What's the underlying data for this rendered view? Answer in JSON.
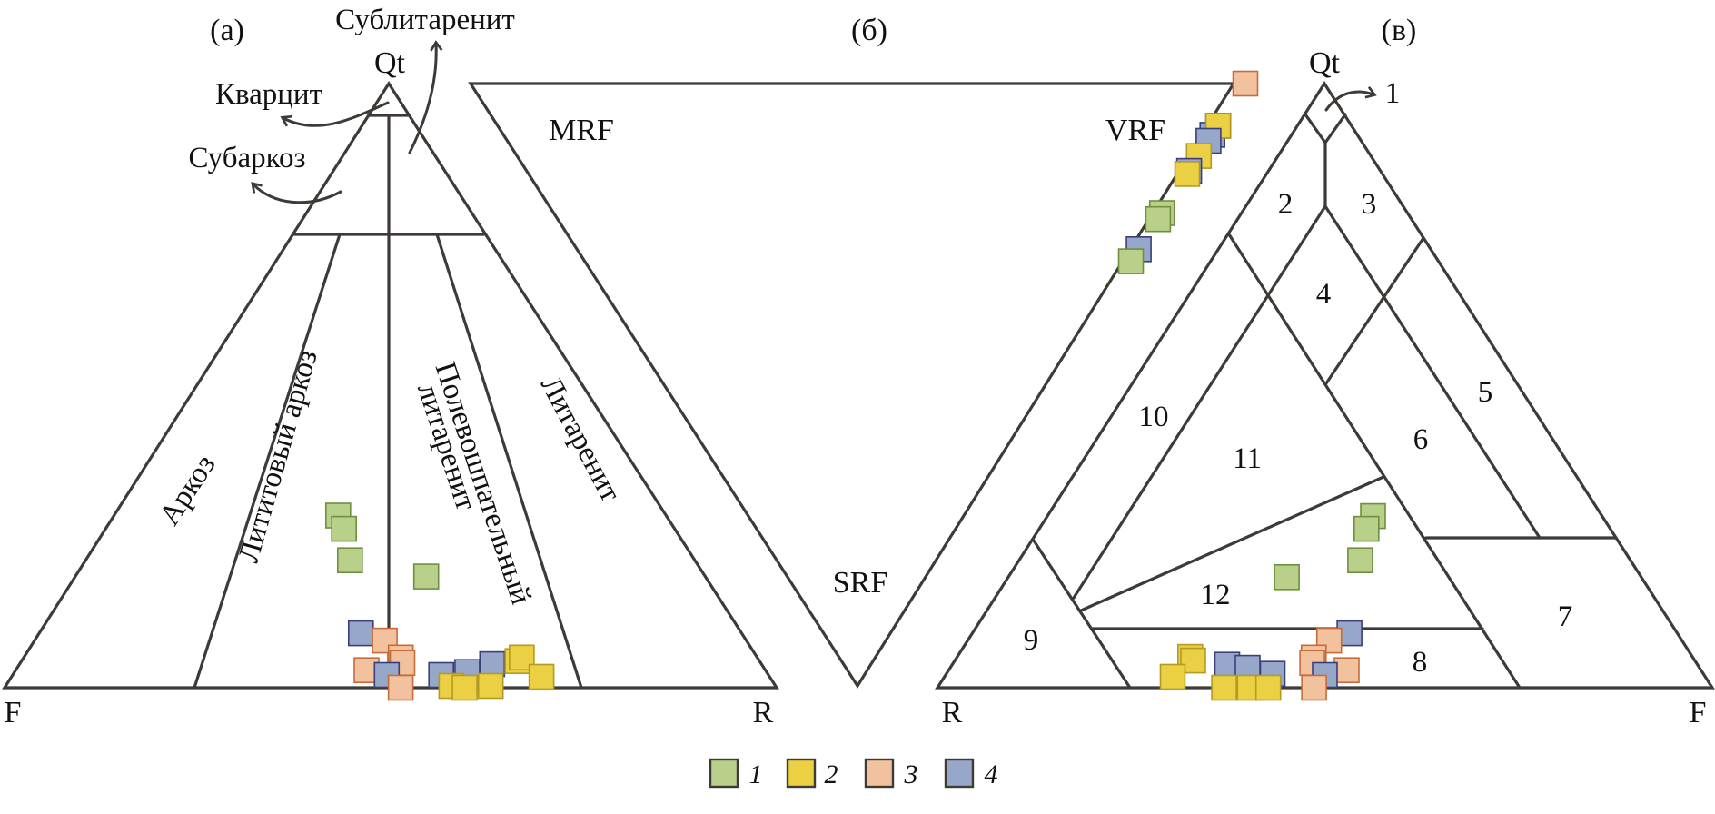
{
  "chart_data": {
    "type": "scatter",
    "subtype": "ternary",
    "legend": {
      "placement": "bottom-center",
      "entries": [
        {
          "label": "1",
          "color": "#b8d08a",
          "stroke": "#6e8f3e"
        },
        {
          "label": "2",
          "color": "#ecd043",
          "stroke": "#b39a23"
        },
        {
          "label": "3",
          "color": "#f2c19d",
          "stroke": "#c66c3a"
        },
        {
          "label": "4",
          "color": "#97a7c9",
          "stroke": "#3a3f7a"
        }
      ]
    },
    "panels": [
      {
        "id": "a",
        "label": "(а)",
        "vertices": {
          "top": "Qt",
          "left": "F",
          "right": "R"
        },
        "fields": [
          {
            "name": "Кварцит"
          },
          {
            "name": "Субаркоз"
          },
          {
            "name": "Сублитаренит"
          },
          {
            "name": "Аркоз"
          },
          {
            "name": "Лититовый аркоз"
          },
          {
            "name_line1": "Полевошпательный",
            "name_line2": "литаренит"
          },
          {
            "name": "Литаренит"
          }
        ],
        "points_note": "positions as fraction across F→R (u) and height toward Qt (v, 0..1)",
        "points": [
          {
            "group": 1,
            "u": 0.406,
            "v": 0.285
          },
          {
            "group": 1,
            "u": 0.419,
            "v": 0.263
          },
          {
            "group": 1,
            "u": 0.434,
            "v": 0.211
          },
          {
            "group": 1,
            "u": 0.557,
            "v": 0.184
          },
          {
            "group": 4,
            "u": 0.458,
            "v": 0.09
          },
          {
            "group": 3,
            "u": 0.492,
            "v": 0.078
          },
          {
            "group": 3,
            "u": 0.514,
            "v": 0.05
          },
          {
            "group": 3,
            "u": 0.516,
            "v": 0.041
          },
          {
            "group": 3,
            "u": 0.468,
            "v": 0.029
          },
          {
            "group": 4,
            "u": 0.495,
            "v": 0.021
          },
          {
            "group": 3,
            "u": 0.513,
            "v": 0.0
          },
          {
            "group": 4,
            "u": 0.567,
            "v": 0.021
          },
          {
            "group": 4,
            "u": 0.602,
            "v": 0.026
          },
          {
            "group": 4,
            "u": 0.637,
            "v": 0.039
          },
          {
            "group": 2,
            "u": 0.579,
            "v": 0.003
          },
          {
            "group": 2,
            "u": 0.596,
            "v": 0.0
          },
          {
            "group": 2,
            "u": 0.63,
            "v": 0.003
          },
          {
            "group": 2,
            "u": 0.672,
            "v": 0.044
          },
          {
            "group": 2,
            "u": 0.679,
            "v": 0.05
          },
          {
            "group": 2,
            "u": 0.699,
            "v": 0.018
          }
        ]
      },
      {
        "id": "b",
        "label": "(б)",
        "vertices": {
          "top_left": "MRF",
          "top_right": "VRF",
          "bottom": "SRF"
        },
        "points_note": "t = fraction along VRF→SRF edge",
        "points": [
          {
            "group": 3,
            "t": 0.0
          },
          {
            "group": 4,
            "t": 0.07
          },
          {
            "group": 4,
            "t": 0.085
          },
          {
            "group": 2,
            "t": 0.07
          },
          {
            "group": 4,
            "t": 0.095
          },
          {
            "group": 2,
            "t": 0.12
          },
          {
            "group": 4,
            "t": 0.145
          },
          {
            "group": 2,
            "t": 0.15
          },
          {
            "group": 1,
            "t": 0.215
          },
          {
            "group": 1,
            "t": 0.225
          },
          {
            "group": 4,
            "t": 0.275
          },
          {
            "group": 1,
            "t": 0.295
          }
        ]
      },
      {
        "id": "c",
        "label": "(в)",
        "vertices": {
          "top": "Qt",
          "left": "R",
          "right": "F"
        },
        "fields": [
          "1",
          "2",
          "3",
          "4",
          "5",
          "6",
          "7",
          "8",
          "9",
          "10",
          "11",
          "12"
        ],
        "points_note": "positions as fraction across R→F (u) and height toward Qt (v, 0..1)",
        "points": [
          {
            "group": 1,
            "u": 0.587,
            "v": 0.284
          },
          {
            "group": 1,
            "u": 0.573,
            "v": 0.263
          },
          {
            "group": 1,
            "u": 0.558,
            "v": 0.211
          },
          {
            "group": 1,
            "u": 0.44,
            "v": 0.183
          },
          {
            "group": 4,
            "u": 0.535,
            "v": 0.09
          },
          {
            "group": 3,
            "u": 0.506,
            "v": 0.078
          },
          {
            "group": 3,
            "u": 0.485,
            "v": 0.05
          },
          {
            "group": 3,
            "u": 0.483,
            "v": 0.041
          },
          {
            "group": 3,
            "u": 0.529,
            "v": 0.029
          },
          {
            "group": 4,
            "u": 0.5,
            "v": 0.021
          },
          {
            "group": 3,
            "u": 0.486,
            "v": 0.0
          },
          {
            "group": 4,
            "u": 0.369,
            "v": 0.038
          },
          {
            "group": 4,
            "u": 0.397,
            "v": 0.033
          },
          {
            "group": 4,
            "u": 0.431,
            "v": 0.023
          },
          {
            "group": 2,
            "u": 0.317,
            "v": 0.051
          },
          {
            "group": 2,
            "u": 0.322,
            "v": 0.045
          },
          {
            "group": 2,
            "u": 0.3,
            "v": 0.018
          },
          {
            "group": 2,
            "u": 0.37,
            "v": 0.0
          },
          {
            "group": 2,
            "u": 0.403,
            "v": 0.0
          },
          {
            "group": 2,
            "u": 0.427,
            "v": 0.0
          }
        ]
      }
    ]
  }
}
